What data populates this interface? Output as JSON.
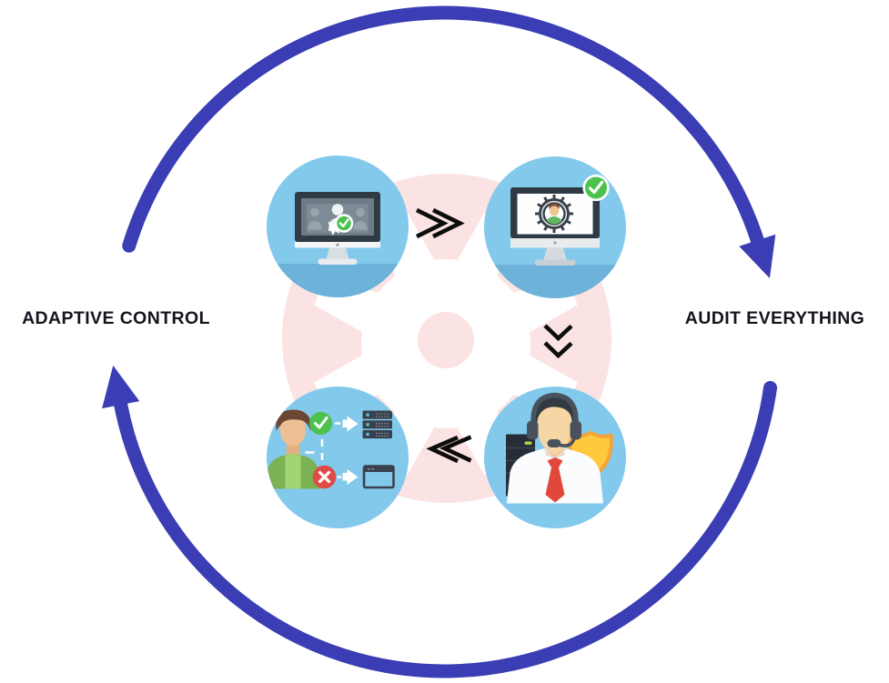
{
  "diagram_title": "adaptive-control-audit-cycle",
  "labels": {
    "left": "ADAPTIVE CONTROL",
    "right": "AUDIT EVERYTHING"
  },
  "flow": {
    "direction": "clockwise",
    "arrows": [
      {
        "id": "chevron-right",
        "glyph": "»",
        "from": "user-selection-monitor",
        "to": "monitor-gear-approved"
      },
      {
        "id": "chevron-down",
        "glyph": "Ⲿ",
        "from": "monitor-gear-approved",
        "to": "support-agent-security"
      },
      {
        "id": "chevron-left",
        "glyph": "«",
        "from": "support-agent-security",
        "to": "user-permissions-mapping"
      }
    ]
  },
  "nodes": [
    {
      "id": "user-selection-monitor",
      "position": "top-left",
      "icon": "monitor-users-check-icon"
    },
    {
      "id": "monitor-gear-approved",
      "position": "top-right",
      "icon": "monitor-gear-avatar-icon",
      "badge": "green-check-badge"
    },
    {
      "id": "user-permissions-mapping",
      "position": "bottom-left",
      "icon": "user-allow-deny-icon"
    },
    {
      "id": "support-agent-security",
      "position": "bottom-right",
      "icon": "support-agent-shield-icon"
    }
  ],
  "colors": {
    "page-bg": "#FFFFFF",
    "arc-blue": "#3A3DB4",
    "node-blue": "#83C9EC",
    "node-blue-dark": "#6CB2D9",
    "center-pink": "#FBE3E3",
    "gear-white": "#FFFFFF",
    "label-bg": "#FFFFFF",
    "label-text": "#15151E",
    "chevron-black": "#0D0D0D",
    "success-green": "#4CC24D",
    "error-red": "#DF4B46",
    "shield-yellow": "#FFC93E",
    "shield-orange": "#F3A33A",
    "monitor-dark": "#2F3A45",
    "server-navy": "#3A414E",
    "skin-tan": "#EDBF92",
    "shirt-green": "#7BB254"
  }
}
